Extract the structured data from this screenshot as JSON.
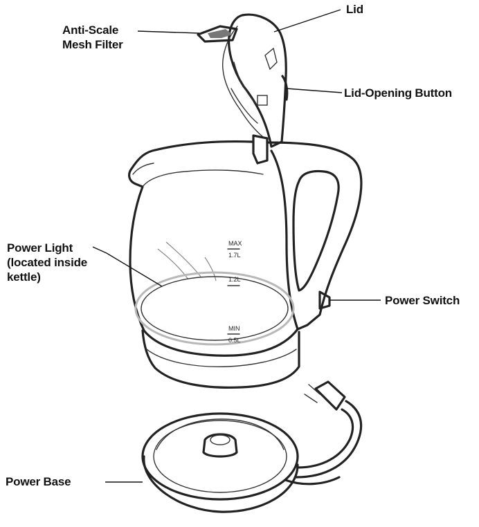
{
  "diagram": {
    "labels": {
      "anti_scale": [
        "Anti-Scale",
        "Mesh Filter"
      ],
      "lid": "Lid",
      "lid_opening_button": "Lid-Opening Button",
      "power_light": [
        "Power Light",
        "(located inside",
        "kettle)"
      ],
      "power_switch": "Power Switch",
      "power_base": "Power Base"
    },
    "markings": [
      "MAX",
      "1.7L",
      "1.2L",
      "MIN",
      "0.5L"
    ]
  }
}
